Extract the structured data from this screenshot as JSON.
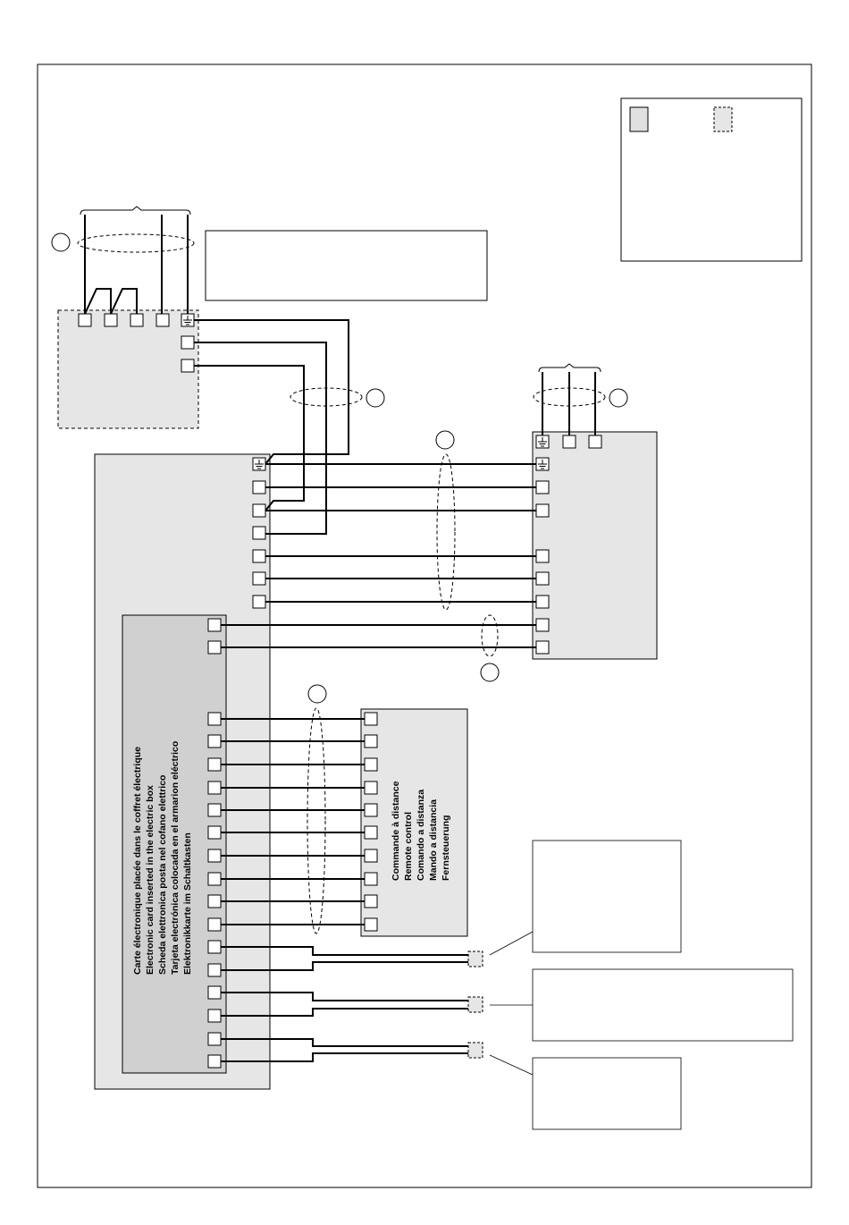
{
  "electronic_card": {
    "label_lines": [
      "Carte électronique placée dans le coffret électrique",
      "Electronic card inserted in the electric box",
      "Scheda elettronica posta nel cofano elettrico",
      "Tarjeta electrónica colocada en el armarion eléctrico",
      "Elektronikkarte im Schaltkasten"
    ]
  },
  "remote_control": {
    "label_lines": [
      "Commande à distance",
      "Remote control",
      "Comando a distanza",
      "Mando a distancia",
      "Fernsteuerung"
    ]
  },
  "colors": {
    "line": "#000000",
    "box_fill": "#e6e6e6",
    "card_fill": "#d0d0d0",
    "page": "#ffffff"
  },
  "icons": {
    "earth_terminal": "earth-ground-icon",
    "cable_marker": "cable-bundle-ellipse",
    "reference_circle": "callout-circle"
  }
}
